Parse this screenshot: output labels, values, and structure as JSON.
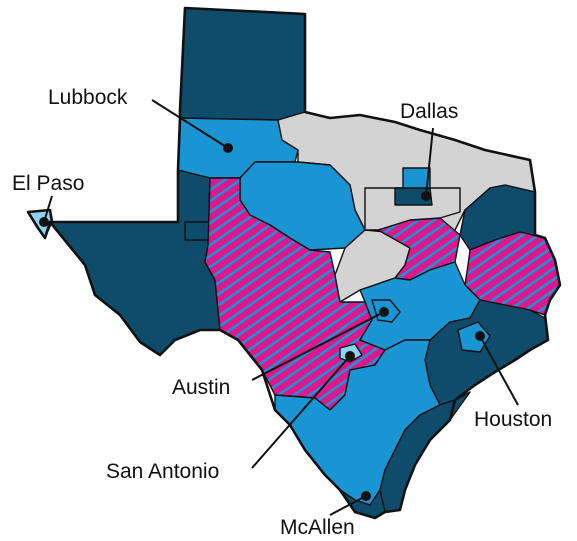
{
  "colors": {
    "dark": "#0f4c6b",
    "medium": "#1a95d3",
    "light": "#8fd3f2",
    "gray": "#d3d3d3",
    "hatch": "#e0168c",
    "outline": "#111111"
  },
  "cities": [
    {
      "id": "lubbock",
      "label": "Lubbock"
    },
    {
      "id": "dallas",
      "label": "Dallas"
    },
    {
      "id": "el-paso",
      "label": "El Paso"
    },
    {
      "id": "austin",
      "label": "Austin"
    },
    {
      "id": "houston",
      "label": "Houston"
    },
    {
      "id": "san-antonio",
      "label": "San Antonio"
    },
    {
      "id": "mcallen",
      "label": "McAllen"
    }
  ]
}
